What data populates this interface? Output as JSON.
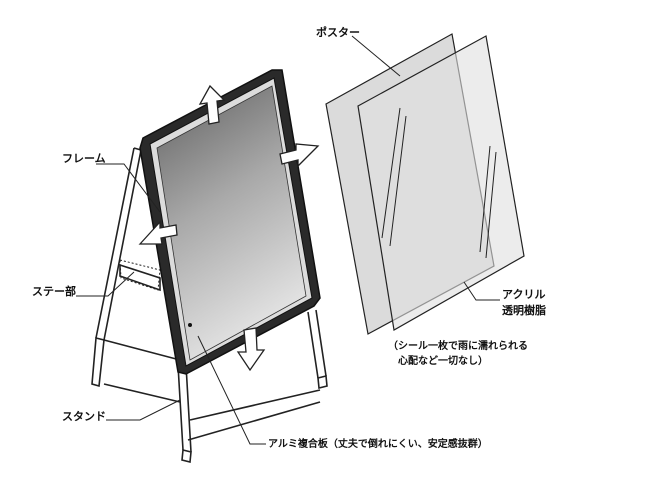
{
  "labels": {
    "poster": "ポスター",
    "frame": "フレーム",
    "stay": "ステー部",
    "stand": "スタンド",
    "acrylic_line1": "アクリル",
    "acrylic_line2": "透明樹脂",
    "acrylic_note_line1": "（シール一枚で雨に濡れられる",
    "acrylic_note_line2": "心配など一切なし）",
    "aluminum": "アルミ複合板（丈夫で倒れにくい、安定感抜群）"
  },
  "colors": {
    "line": "#222222",
    "panel_dark": "#6e6e6e",
    "panel_light": "#d9d9d9",
    "sheet": "#e6e6e6"
  }
}
